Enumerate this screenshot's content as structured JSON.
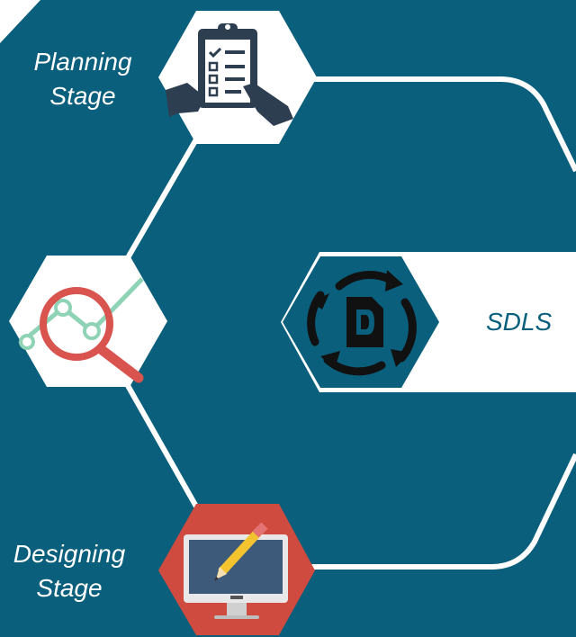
{
  "stages": {
    "planning": {
      "line1": "Planning",
      "line2": "Stage",
      "icon": "clipboard-checklist-icon"
    },
    "analysis": {
      "icon": "magnifier-chart-icon"
    },
    "designing": {
      "line1": "Designing",
      "line2": "Stage",
      "icon": "monitor-pencil-icon"
    }
  },
  "center": {
    "label": "SDLS",
    "icon": "cycle-document-icon"
  },
  "colors": {
    "background": "#0a5f7c",
    "white": "#ffffff",
    "icon_dark": "#2c3e50",
    "magnifier_red": "#d9534f",
    "chart_teal": "#8fd3b6",
    "designing_red": "#cf4a3f",
    "monitor_blue": "#3d5a7a",
    "pencil_yellow": "#f4c430"
  }
}
